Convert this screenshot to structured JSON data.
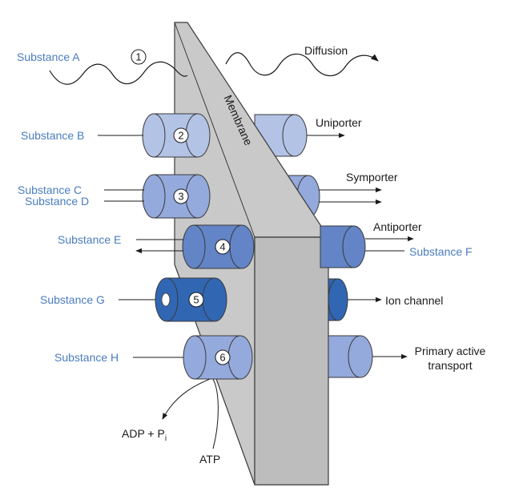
{
  "membrane_label": "Membrane",
  "substances": {
    "a": "Substance A",
    "b": "Substance B",
    "c": "Substance C",
    "d": "Substance D",
    "e": "Substance E",
    "f": "Substance F",
    "g": "Substance G",
    "h": "Substance H"
  },
  "mechanisms": {
    "diffusion": "Diffusion",
    "uniporter": "Uniporter",
    "symporter": "Symporter",
    "antiporter": "Antiporter",
    "ion_channel": "Ion channel",
    "primary_active_line1": "Primary active",
    "primary_active_line2": "transport"
  },
  "numbers": [
    "1",
    "2",
    "3",
    "4",
    "5",
    "6"
  ],
  "energy": {
    "adp": "ADP + P",
    "adp_subscript": "i",
    "atp": "ATP"
  },
  "colors": {
    "membrane_face": "#c9c9c9",
    "membrane_dark": "#bdbdbd",
    "label_blue": "#4a7cc0",
    "light_protein": "#b3c3e6",
    "mid_protein": "#94a9dc",
    "dark_protein": "#6384c6",
    "channel_protein": "#3166b3"
  }
}
